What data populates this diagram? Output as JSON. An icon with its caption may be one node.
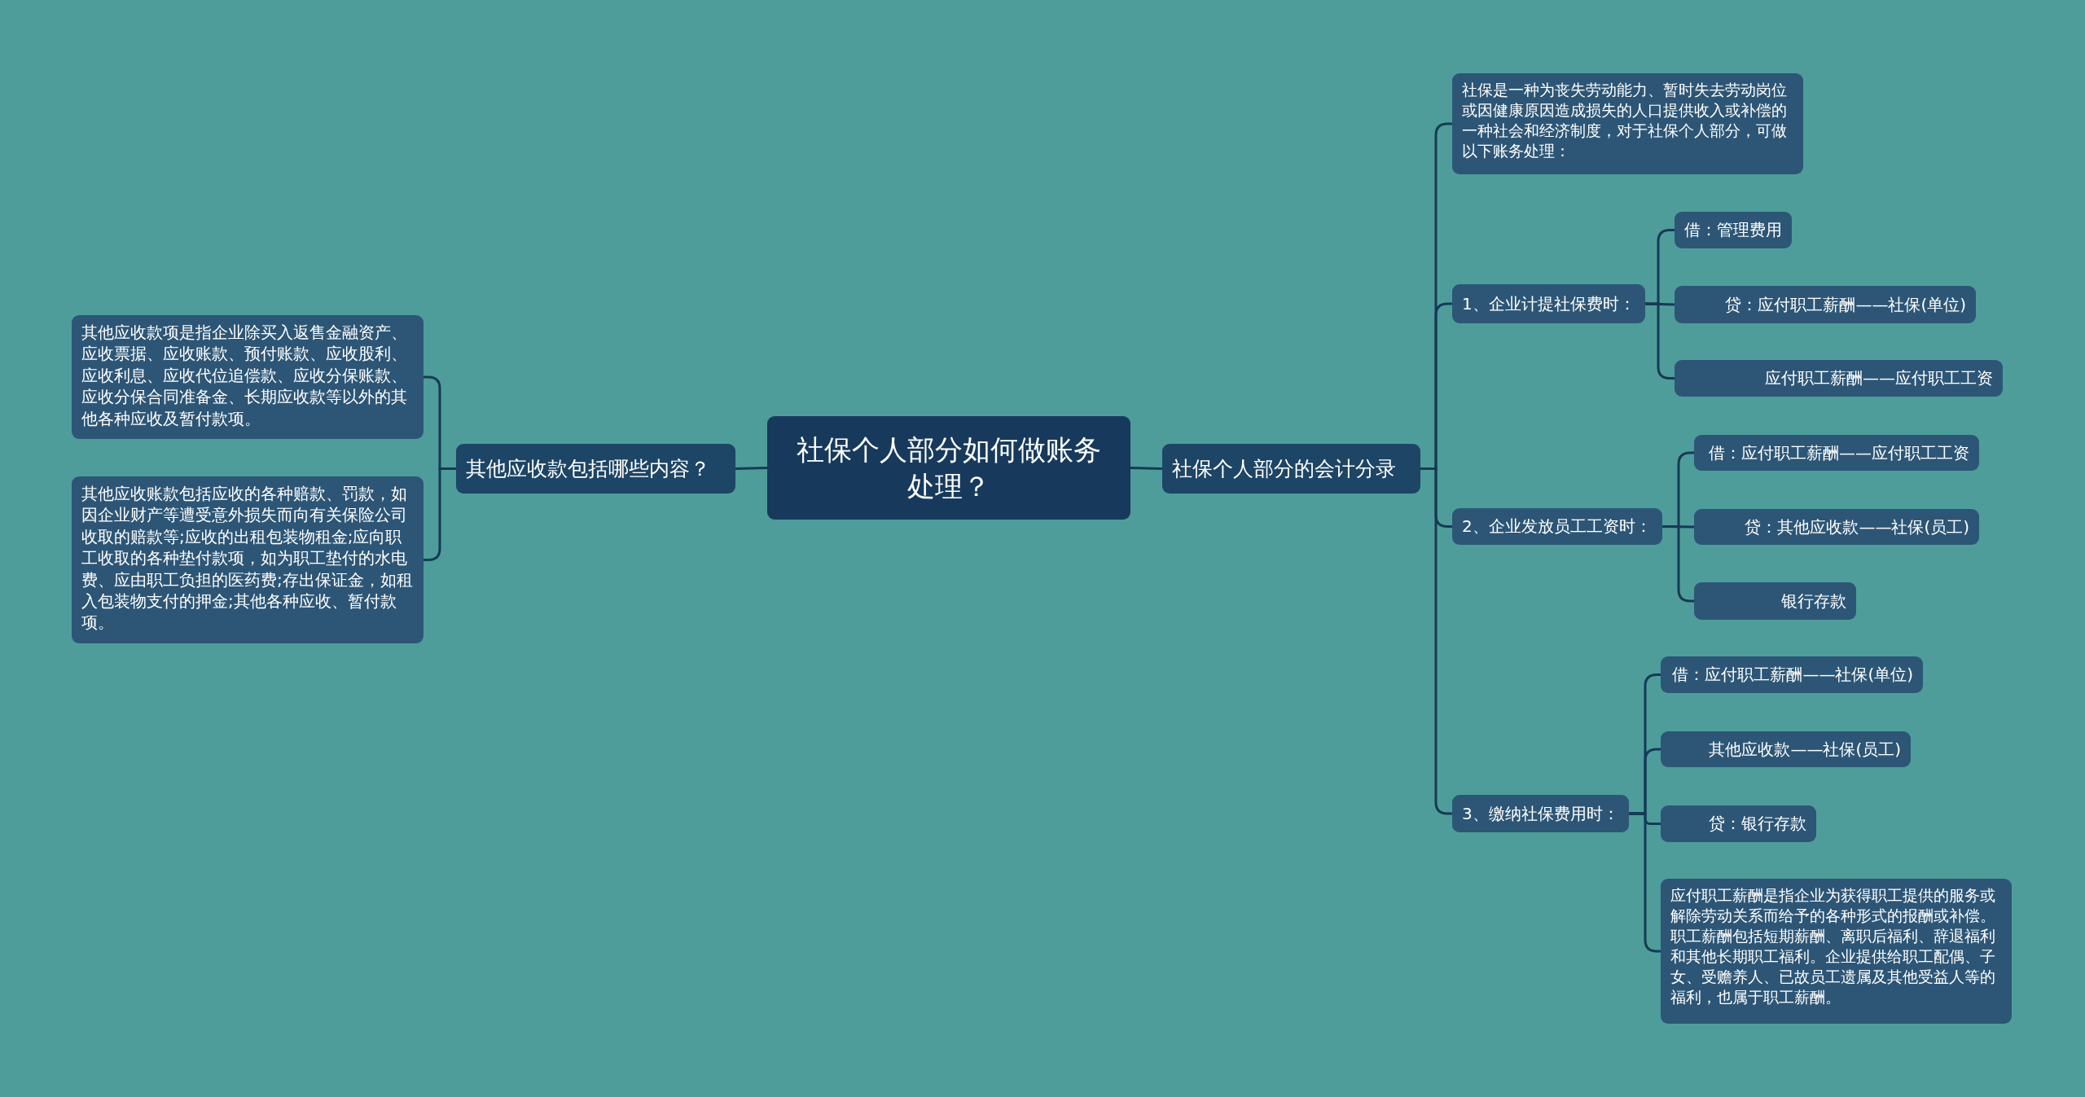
{
  "diagram": {
    "nodes": [
      {
        "text": [
          "社保个人部分如何做账务处理？"
        ]
      },
      {
        "text": [
          "其他应收款包括哪些内容？"
        ]
      },
      {
        "text": [
          "其他应收款项是指企业除买入返售金融资产、应收票据、应收账款、预付账款、应收股利、应收利息、应收代位追偿款、应收分保账款、应收分保合同准备金、长期应收款等以外的其他各种应收及暂付款项。"
        ]
      },
      {
        "text": [
          "其他应收账款包括应收的各种赔款、罚款，如因企业财产等遭受意外损失而向有关保险公司收取的赔款等;应收的出租包装物租金;应向职工收取的各种垫付款项，如为职工垫付的水电费、应由职工负担的医药费;存出保证金，如租入包装物支付的押金;其他各种应收、暂付款项。"
        ]
      },
      {
        "text": [
          "社保个人部分的会计分录"
        ]
      },
      {
        "text": [
          "社保是一种为丧失劳动能力、暂时失去劳动岗位或因健康原因造成损失的人口提供收入或补偿的一种社会和经济制度，对于社保个人部分，可做以下账务处理："
        ]
      },
      {
        "text": [
          "1、企业计提社保费时："
        ]
      },
      {
        "text": [
          "借：管理费用"
        ]
      },
      {
        "text": [
          "贷：应付职工薪酬——社保(单位)"
        ]
      },
      {
        "text": [
          "应付职工薪酬——应付职工工资"
        ]
      },
      {
        "text": [
          "2、企业发放员工工资时："
        ]
      },
      {
        "text": [
          "借：应付职工薪酬——应付职工工资"
        ]
      },
      {
        "text": [
          "贷：其他应收款——社保(员工)"
        ]
      },
      {
        "text": [
          "银行存款"
        ]
      },
      {
        "text": [
          "3、缴纳社保费用时："
        ]
      },
      {
        "text": [
          "借：应付职工薪酬——社保(单位)"
        ]
      },
      {
        "text": [
          "其他应收款——社保(员工)"
        ]
      },
      {
        "text": [
          "贷：银行存款"
        ]
      },
      {
        "text": [
          "应付职工薪酬是指企业为获得职工提供的服务或解除劳动关系而给予的各种形式的报酬或补偿。职工薪酬包括短期薪酬、离职后福利、辞退福利和其他长期职工福利。企业提供给职工配偶、子女、受赡养人、已故员工遗属及其他受益人等的福利，也属于职工薪酬。"
        ]
      }
    ],
    "edges": [
      {
        "from": 0,
        "to": 1,
        "arrow": "none"
      },
      {
        "from": 1,
        "to": 2,
        "arrow": "none"
      },
      {
        "from": 1,
        "to": 3,
        "arrow": "none"
      },
      {
        "from": 0,
        "to": 4,
        "arrow": "none"
      },
      {
        "from": 4,
        "to": 5,
        "arrow": "none"
      },
      {
        "from": 4,
        "to": 6,
        "arrow": "none"
      },
      {
        "from": 6,
        "to": 7,
        "arrow": "none"
      },
      {
        "from": 6,
        "to": 8,
        "arrow": "none"
      },
      {
        "from": 6,
        "to": 9,
        "arrow": "none"
      },
      {
        "from": 4,
        "to": 10,
        "arrow": "none"
      },
      {
        "from": 10,
        "to": 11,
        "arrow": "none"
      },
      {
        "from": 10,
        "to": 12,
        "arrow": "none"
      },
      {
        "from": 10,
        "to": 13,
        "arrow": "none"
      },
      {
        "from": 4,
        "to": 14,
        "arrow": "none"
      },
      {
        "from": 14,
        "to": 15,
        "arrow": "none"
      },
      {
        "from": 14,
        "to": 16,
        "arrow": "none"
      },
      {
        "from": 14,
        "to": 17,
        "arrow": "none"
      },
      {
        "from": 14,
        "to": 18,
        "arrow": "none"
      }
    ]
  }
}
